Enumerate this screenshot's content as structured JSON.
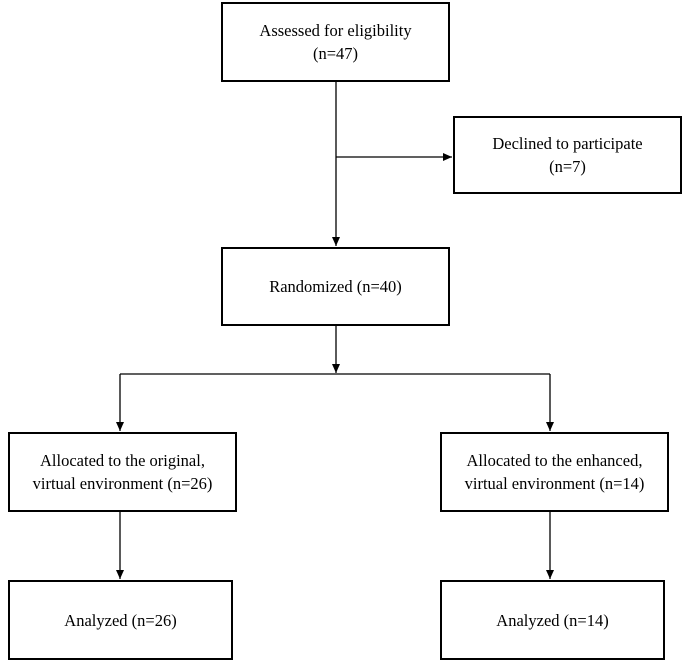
{
  "flowchart": {
    "assessed": {
      "line1": "Assessed for eligibility",
      "line2": "(n=47)"
    },
    "declined": {
      "line1": "Declined to participate",
      "line2": "(n=7)"
    },
    "randomized": {
      "line1": "Randomized (n=40)"
    },
    "allocated_original": {
      "line1": "Allocated to the original,",
      "line2": "virtual environment (n=26)"
    },
    "allocated_enhanced": {
      "line1": "Allocated to the enhanced,",
      "line2": "virtual environment (n=14)"
    },
    "analyzed_original": {
      "line1": "Analyzed (n=26)"
    },
    "analyzed_enhanced": {
      "line1": "Analyzed (n=14)"
    }
  },
  "colors": {
    "line": "#000000",
    "box_border": "#000000",
    "background": "#ffffff"
  }
}
